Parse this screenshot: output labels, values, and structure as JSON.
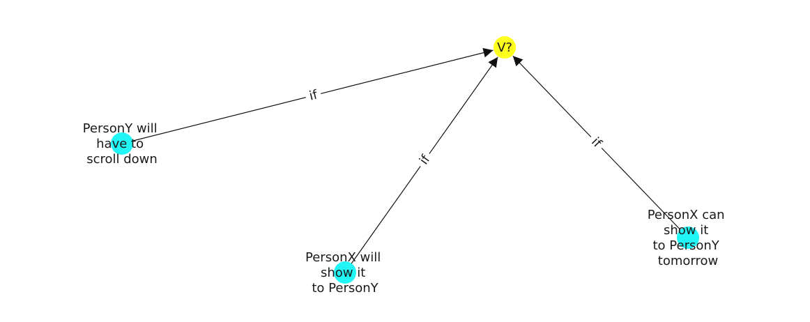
{
  "colors": {
    "target": "#ffff1e",
    "source": "#22f5f5",
    "edge": "#111111",
    "label_bg": "#ffffff"
  },
  "nodes": {
    "target": {
      "label": [
        "V?"
      ]
    },
    "n1": {
      "label": [
        "PersonY will",
        "have to",
        "scroll down"
      ]
    },
    "n2": {
      "label": [
        "PersonX will",
        "show it",
        "to PersonY"
      ]
    },
    "n3": {
      "label": [
        "PersonX can",
        "show it",
        "to PersonY",
        "tomorrow"
      ]
    }
  },
  "edges": [
    {
      "from": "n1",
      "to": "target",
      "label": "if"
    },
    {
      "from": "n2",
      "to": "target",
      "label": "if"
    },
    {
      "from": "n3",
      "to": "target",
      "label": "if"
    }
  ]
}
